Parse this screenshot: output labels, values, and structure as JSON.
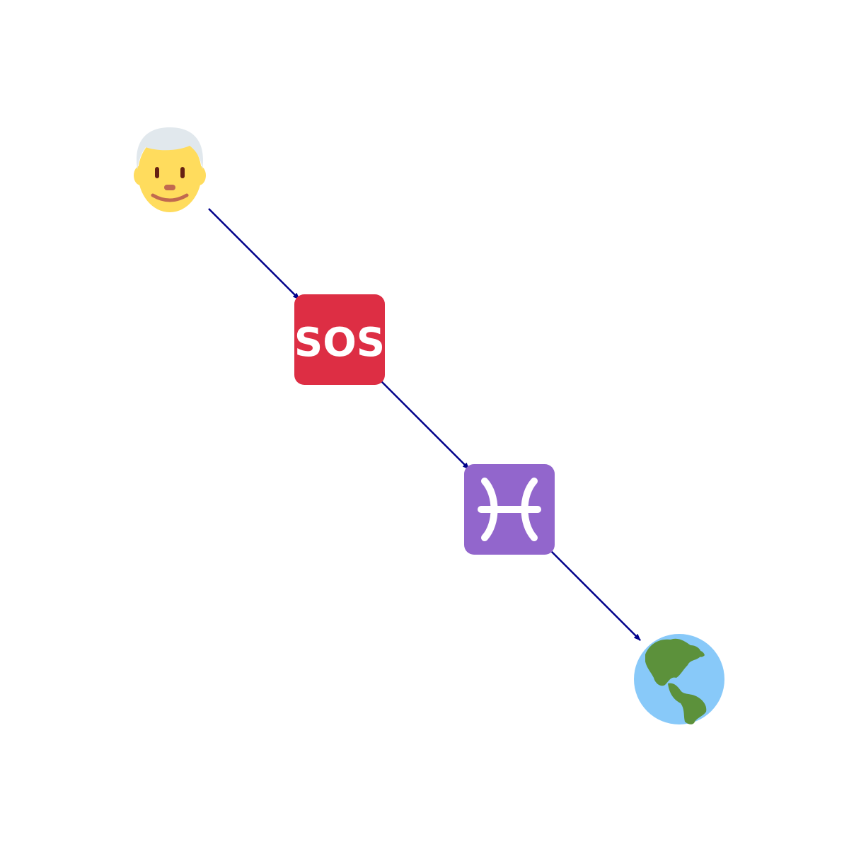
{
  "nodes": [
    {
      "id": "man",
      "icon": "white-haired-man-icon"
    },
    {
      "id": "sos",
      "icon": "sos-button-icon",
      "label": "SOS",
      "color": "#DD2E44"
    },
    {
      "id": "pisces",
      "icon": "pisces-icon",
      "color": "#9266CC"
    },
    {
      "id": "earth",
      "icon": "globe-americas-icon"
    }
  ],
  "edges": [
    {
      "from": "man",
      "to": "sos"
    },
    {
      "from": "sos",
      "to": "pisces"
    },
    {
      "from": "pisces",
      "to": "earth"
    }
  ],
  "colors": {
    "edge": "#00008B",
    "skin": "#FFDC5D",
    "hair": "#E1E8ED",
    "ocean": "#88C9F9",
    "land": "#5C913B"
  }
}
